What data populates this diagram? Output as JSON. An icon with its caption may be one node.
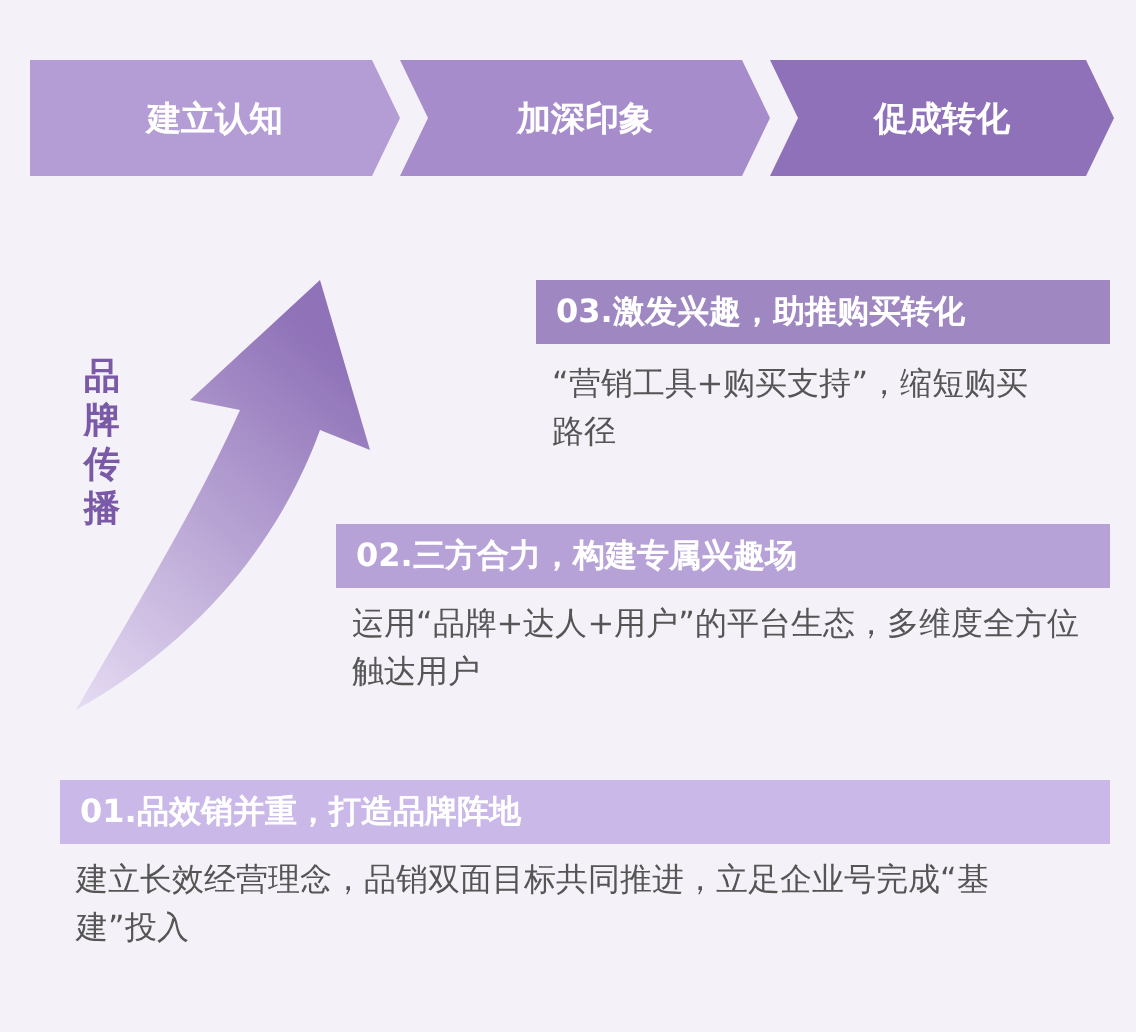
{
  "diagram": {
    "nodes": [
      {
        "text": [
          "建立认知"
        ]
      },
      {
        "text": [
          "加深印象"
        ]
      },
      {
        "text": [
          "促成转化"
        ]
      },
      {
        "text": [
          "03.激发兴趣，助推购买转化",
          "“营销工具+购买支持”，缩短购买路径"
        ]
      },
      {
        "text": [
          "02.三方合力，构建专属兴趣场",
          "运用“品牌+达人+用户”的平台生态，多维度全方位触达用户"
        ]
      },
      {
        "text": [
          "01.品效销并重，打造品牌阵地",
          "建立长效经营理念，品销双面目标共同推进，立足企业号完成“基建”投入"
        ]
      }
    ],
    "labels": [
      "品牌传播"
    ]
  }
}
